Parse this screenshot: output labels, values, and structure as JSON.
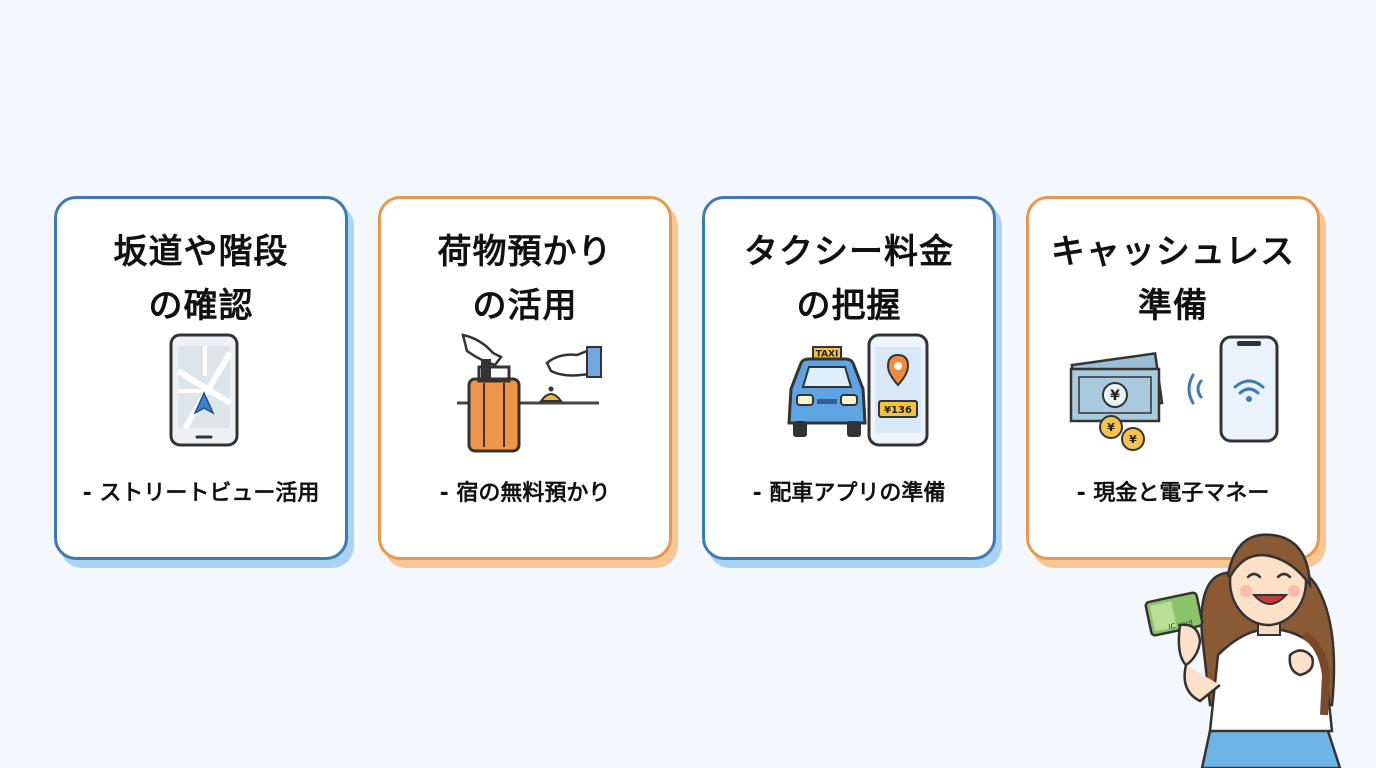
{
  "cards": [
    {
      "title_line1": "坂道や階段",
      "title_line2": "の確認",
      "subtitle": "- ストリートビュー活用",
      "color": "#3d7bb8",
      "icon": "smartphone-map-icon"
    },
    {
      "title_line1": "荷物預かり",
      "title_line2": "の活用",
      "subtitle": "- 宿の無料預かり",
      "color": "#eb974a",
      "icon": "luggage-handover-icon"
    },
    {
      "title_line1": "タクシー料金",
      "title_line2": "の把握",
      "subtitle": "- 配車アプリの準備",
      "color": "#3d7bb8",
      "icon": "taxi-app-icon"
    },
    {
      "title_line1": "キャッシュレス",
      "title_line2": "準備",
      "subtitle": "- 現金と電子マネー",
      "color": "#eb974a",
      "icon": "cash-and-phone-icon"
    }
  ],
  "labels": {
    "taxi_sign": "TAXI",
    "fare": "¥136",
    "yen": "¥",
    "card_text": "IC card"
  }
}
